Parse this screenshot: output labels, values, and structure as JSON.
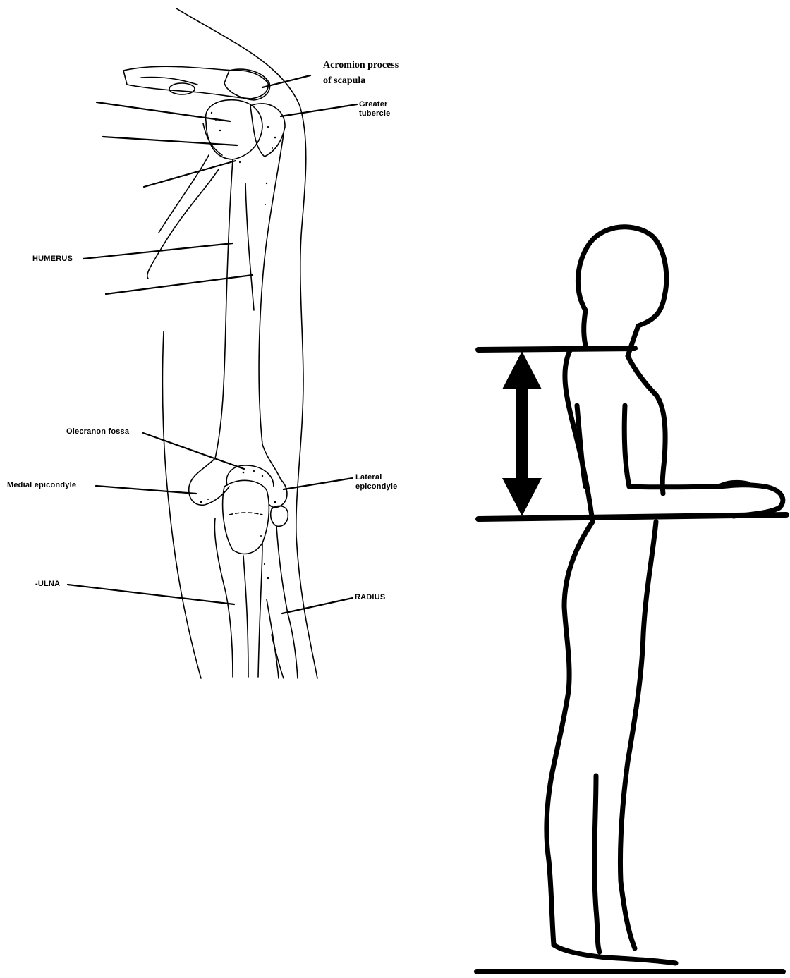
{
  "arm_diagram": {
    "labels": {
      "acromion_line1": "Acromion process",
      "acromion_line2": "of scapula",
      "greater_tubercle_line1": "Greater",
      "greater_tubercle_line2": "tubercle",
      "humerus": "HUMERUS",
      "olecranon_fossa": "Olecranon fossa",
      "medial_epicondyle": "Medial epicondyle",
      "lateral_epicondyle_line1": "Lateral",
      "lateral_epicondyle_line2": "epicondyle",
      "ulna": "-ULNA",
      "radius": "RADIUS"
    }
  },
  "figure_diagram": {
    "icons": [
      "double-headed-arrow-icon"
    ],
    "colors": {
      "ink": "#000000",
      "background": "#ffffff"
    }
  }
}
